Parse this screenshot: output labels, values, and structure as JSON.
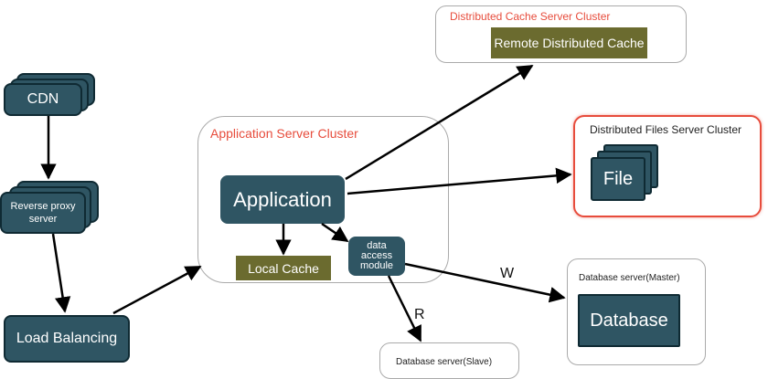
{
  "nodes": {
    "cdn": "CDN",
    "reverse_proxy": "Reverse proxy server",
    "load_balancing": "Load Balancing",
    "application": "Application",
    "local_cache": "Local Cache",
    "data_access_module": "data access module",
    "remote_cache": "Remote Distributed Cache",
    "file": "File",
    "database": "Database"
  },
  "clusters": {
    "app_server": "Application Server Cluster",
    "dist_cache": "Distributed Cache Server Cluster",
    "dist_files": "Distributed Files Server Cluster",
    "db_master": "Database server(Master)",
    "db_slave": "Database server(Slave)"
  },
  "edge_labels": {
    "write": "W",
    "read": "R"
  },
  "colors": {
    "node_fill": "#2f5563",
    "node_border": "#0f2a33",
    "cache_fill": "#6b6b2f",
    "cluster_title_accent": "#e74c3c",
    "highlight_border": "#e74c3c"
  }
}
